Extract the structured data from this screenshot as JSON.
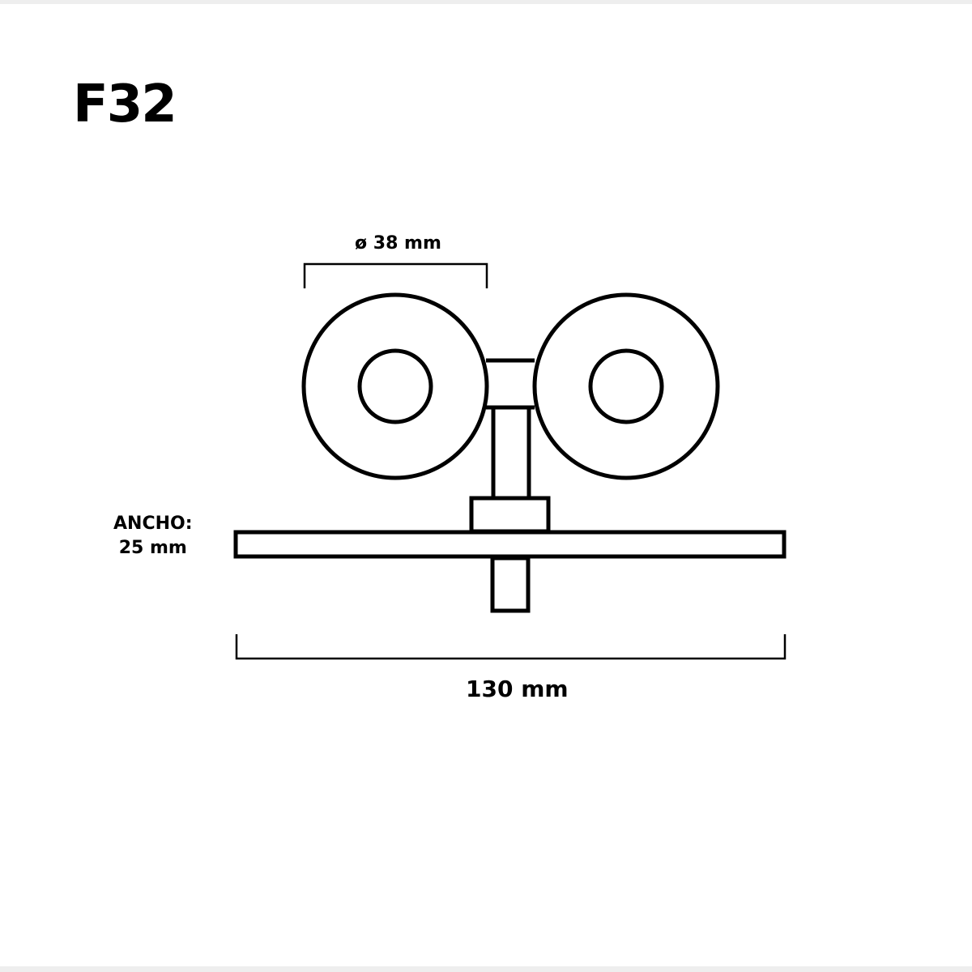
{
  "title": "F32",
  "dimensions": {
    "wheel_diameter": "ø 38 mm",
    "width_label": "ANCHO:",
    "width_value": "25 mm",
    "total_length": "130 mm"
  },
  "colors": {
    "line": "#000000",
    "background": "#ffffff",
    "border": "#eeeeee"
  }
}
